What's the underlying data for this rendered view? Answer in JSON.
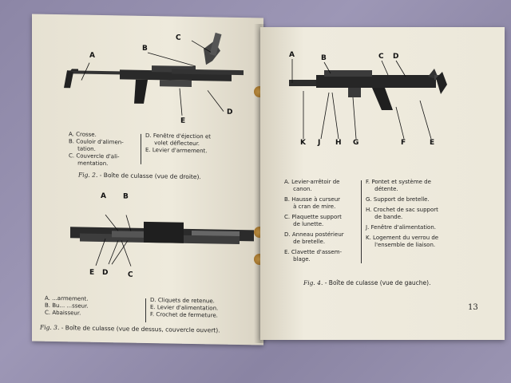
{
  "left_page": {
    "fig2": {
      "labels": [
        "A",
        "B",
        "C",
        "D",
        "E"
      ],
      "items_col1": [
        "A. Crosse.",
        "B. Couloir d'alimen-\n     tation.",
        "C. Couvercle d'ali-\n     mentation."
      ],
      "items_col2": [
        "D. Fenêtre d'éjection et\n     volet déflecteur.",
        "E. Levier d'armement."
      ],
      "caption_prefix": "Fig. 2.",
      "caption_text": " - Boîte de culasse (vue de droite)."
    },
    "fig3": {
      "labels_top": [
        "A",
        "B"
      ],
      "labels_bottom": [
        "E",
        "D",
        "C"
      ],
      "items_col1": [
        "A. ...armement.",
        "B. Bu... ...sseur.",
        "C. Abaisseur."
      ],
      "items_col2": [
        "D. Cliquets de retenue.",
        "E. Levier d'alimentation.",
        "F. Crochet de fermeture."
      ],
      "caption_prefix": "Fig. 3.",
      "caption_text": " - Boîte de culasse (vue de dessus, couvercle ouvert)."
    }
  },
  "right_page": {
    "fig4": {
      "labels_top": [
        "A",
        "B",
        "C",
        "D"
      ],
      "labels_bottom": [
        "K",
        "J",
        "H",
        "G",
        "F",
        "E"
      ],
      "items_col1": [
        "A. Levier-arrêtoir de\n     canon.",
        "B. Hausse à curseur\n     à cran de mire.",
        "C. Plaquette support\n     de lunette.",
        "D. Anneau postérieur\n     de bretelle.",
        "E. Clavette d'assem-\n     blage."
      ],
      "items_col2": [
        "F. Pontet et système de\n     détente.",
        "G. Support de bretelle.",
        "H. Crochet de sac support\n     de bande.",
        "J. Fenêtre d'alimentation.",
        "K. Logement du verrou de\n     l'ensemble de liaison."
      ],
      "caption_prefix": "Fig. 4.",
      "caption_text": " - Boîte de culasse (vue de gauche)."
    },
    "page_number": "13"
  }
}
